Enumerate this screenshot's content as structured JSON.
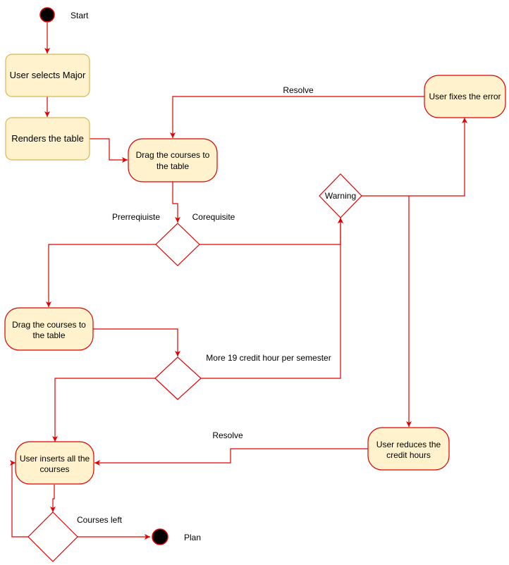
{
  "nodes": {
    "start_label": "Start",
    "select_major": "User selects Major",
    "render_table": "Renders the table",
    "drag_courses_top": [
      "Drag the courses to",
      "the table"
    ],
    "warning": "Warning",
    "fixes_error": "User fixes the error",
    "drag_courses_left": [
      "Drag the courses to",
      "the table"
    ],
    "inserts_courses": [
      "User inserts all the",
      "courses"
    ],
    "reduces_hours": [
      "User reduces the",
      "credit hours"
    ],
    "plan_label": "Plan"
  },
  "edge_labels": {
    "resolve_top": "Resolve",
    "prerequisite": "Prerreqiuiste",
    "corequisite": "Corequisite",
    "credit_hours": "More 19 credit hour per semester",
    "resolve_bottom": "Resolve",
    "courses_left": "Courses left"
  },
  "colors": {
    "edge": "#e00000",
    "box_fill": "#fff2cc",
    "yellow_border": "#d6b656"
  }
}
